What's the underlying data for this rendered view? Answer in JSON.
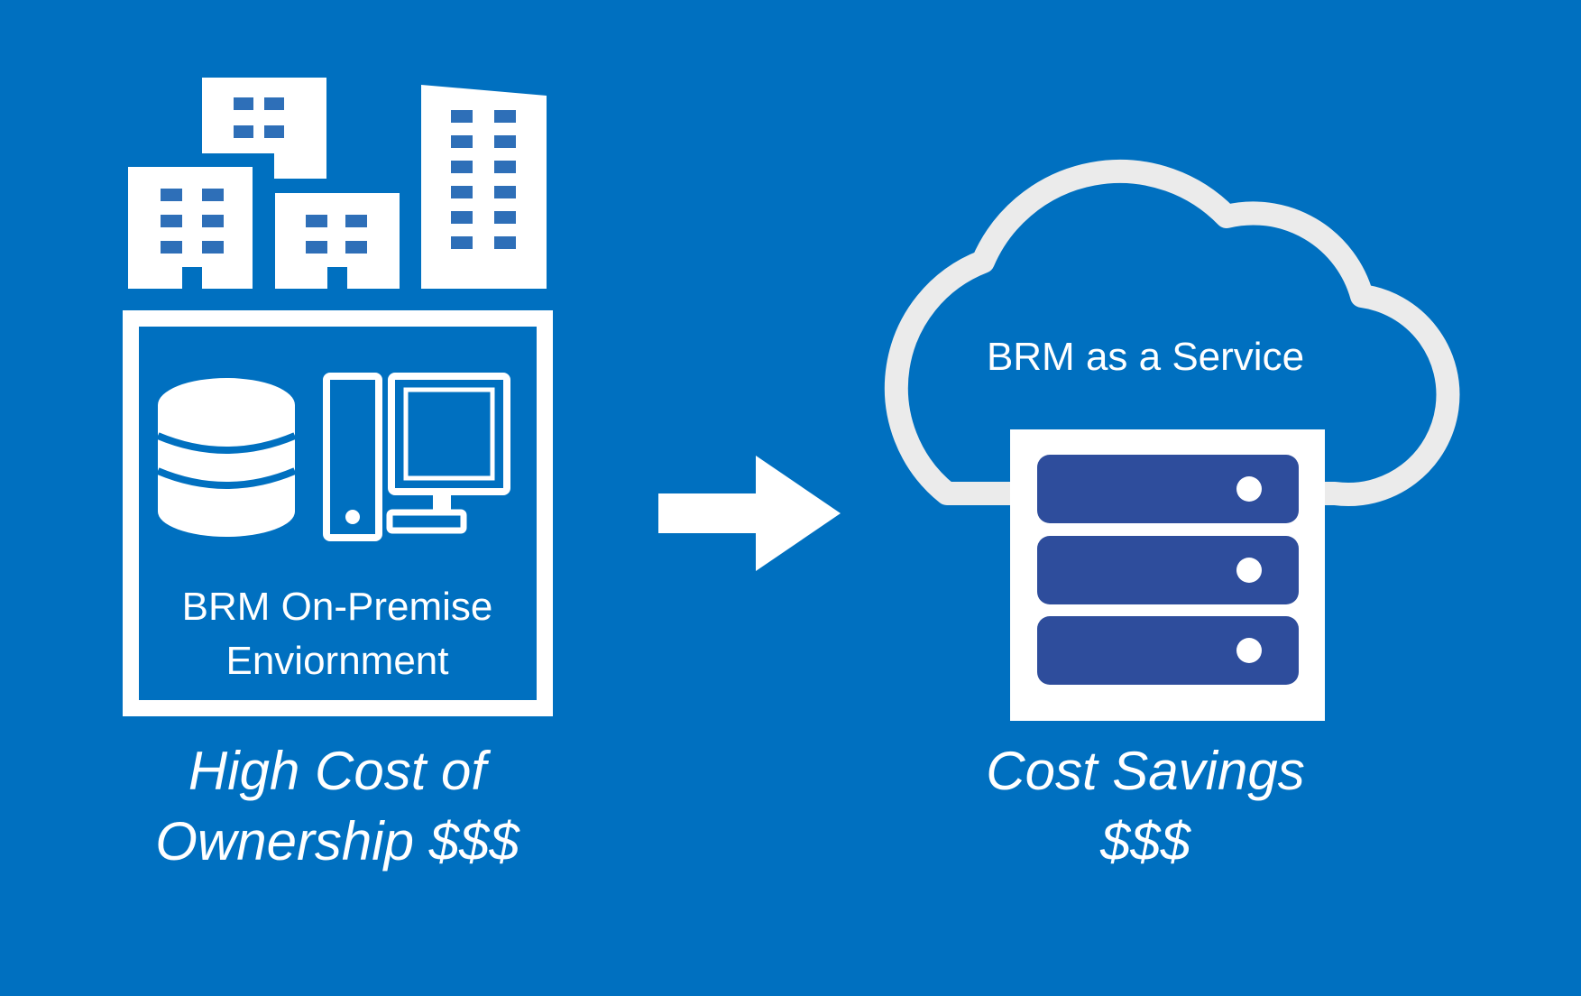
{
  "colors": {
    "background": "#0070c0",
    "foreground": "#ffffff",
    "server_drive": "#2e4d9c"
  },
  "left": {
    "box_label_line1": "BRM On-Premise",
    "box_label_line2": "Enviornment",
    "caption_line1": "High Cost of",
    "caption_line2": "Ownership $$$",
    "icons": [
      "buildings-icon",
      "database-icon",
      "desktop-computer-icon"
    ]
  },
  "arrow": {
    "icon": "right-arrow-icon"
  },
  "right": {
    "cloud_label": "BRM as a Service",
    "caption_line1": "Cost Savings",
    "caption_line2": "$$$",
    "icons": [
      "cloud-icon",
      "server-icon"
    ]
  }
}
